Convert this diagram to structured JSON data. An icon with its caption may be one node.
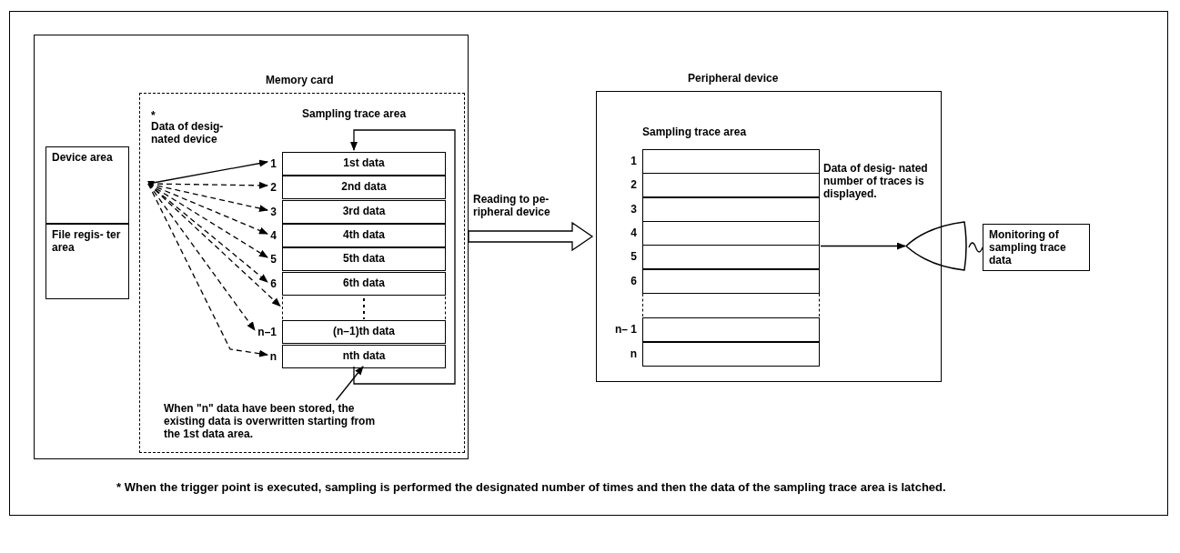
{
  "diagram": {
    "caption": "* When the trigger point is executed, sampling is performed the designated number of times and then the data of the sampling trace area is latched.",
    "nodes": [
      {
        "text": [],
        "shape": "box"
      },
      {
        "text": [
          "Device area"
        ],
        "in": 0
      },
      {
        "text": [
          "File regis- ter area"
        ],
        "in": 0
      },
      {
        "text": [
          "Memory card"
        ],
        "in": 0
      },
      {
        "text": [
          "*",
          "Data of desig- nated device"
        ],
        "in": 3
      },
      {
        "text": [
          "Sampling trace area"
        ],
        "in": 3
      },
      {
        "text": [
          "1st data"
        ],
        "in": 5,
        "beside": [
          "1"
        ]
      },
      {
        "text": [
          "2nd data"
        ],
        "in": 5,
        "beside": [
          "2"
        ]
      },
      {
        "text": [
          "3rd data"
        ],
        "in": 5,
        "beside": [
          "3"
        ]
      },
      {
        "text": [
          "4th data"
        ],
        "in": 5,
        "beside": [
          "4"
        ]
      },
      {
        "text": [
          "5th data"
        ],
        "in": 5,
        "beside": [
          "5"
        ]
      },
      {
        "text": [
          "6th data"
        ],
        "in": 5,
        "beside": [
          "6"
        ]
      },
      {
        "text": [
          "(n–1)th data"
        ],
        "in": 5,
        "beside": [
          "n–1"
        ]
      },
      {
        "text": [
          "nth data"
        ],
        "in": 5,
        "beside": [
          "n"
        ]
      },
      {
        "text": [
          "When \"n\" data have been stored, the existing data is overwritten starting from the 1st data area."
        ],
        "in": 3
      },
      {
        "text": [
          "Peripheral device"
        ]
      },
      {
        "text": [
          "Sampling trace area"
        ],
        "in": 15
      },
      {
        "text": [],
        "shape": "box",
        "in": 16,
        "beside": [
          "1"
        ]
      },
      {
        "text": [],
        "shape": "box",
        "in": 16,
        "beside": [
          "2"
        ]
      },
      {
        "text": [],
        "shape": "box",
        "in": 16,
        "beside": [
          "3"
        ]
      },
      {
        "text": [],
        "shape": "box",
        "in": 16,
        "beside": [
          "4"
        ]
      },
      {
        "text": [],
        "shape": "box",
        "in": 16,
        "beside": [
          "5"
        ]
      },
      {
        "text": [],
        "shape": "box",
        "in": 16,
        "beside": [
          "6"
        ]
      },
      {
        "text": [],
        "shape": "box",
        "in": 16,
        "beside": [
          "n– 1"
        ]
      },
      {
        "text": [],
        "shape": "box",
        "in": 16,
        "beside": [
          "n"
        ]
      },
      {
        "text": [],
        "shape": "display"
      },
      {
        "text": [
          "Monitoring of sampling trace data"
        ]
      },
      {
        "text": [],
        "shape": "box",
        "in": 5
      },
      {
        "text": [],
        "shape": "box",
        "in": 16
      }
    ],
    "edges": [
      {
        "from": 4,
        "to": 6,
        "arrow": "to"
      },
      {
        "from": 4,
        "to": 7,
        "arrow": "to",
        "style": "dashed"
      },
      {
        "from": 4,
        "to": 8,
        "arrow": "to",
        "style": "dashed"
      },
      {
        "from": 4,
        "to": 9,
        "arrow": "to",
        "style": "dashed"
      },
      {
        "from": 4,
        "to": 10,
        "arrow": "to",
        "style": "dashed"
      },
      {
        "from": 4,
        "to": 11,
        "arrow": "to",
        "style": "dashed"
      },
      {
        "from": 4,
        "to": 27,
        "arrow": "to",
        "style": "dashed"
      },
      {
        "from": 4,
        "to": 12,
        "arrow": "to",
        "style": "dashed"
      },
      {
        "from": 4,
        "to": 13,
        "arrow": "to",
        "style": "dashed"
      },
      {
        "from": 13,
        "to": 6,
        "arrow": "to"
      },
      {
        "from": 14,
        "to": 13,
        "arrow": "to"
      },
      {
        "from": 3,
        "to": 15,
        "arrow": "to",
        "style": "thick",
        "label": "Reading to pe- ripheral device"
      },
      {
        "from": 16,
        "to": 25,
        "arrow": "to",
        "label": "Data of desig- nated number of traces is displayed."
      },
      {
        "from": 25,
        "to": 26,
        "arrow": "none"
      }
    ]
  }
}
